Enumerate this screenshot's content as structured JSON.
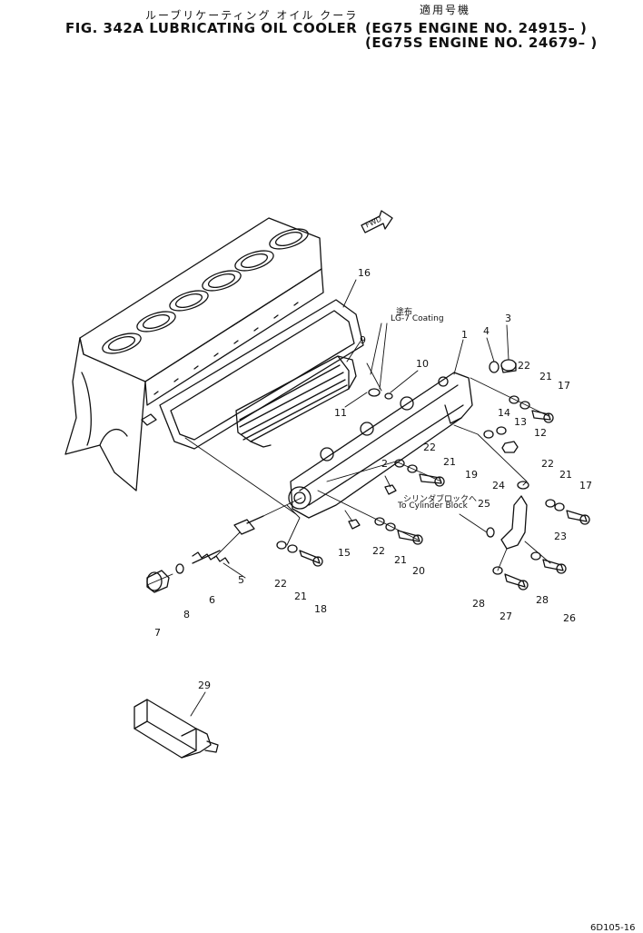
{
  "header": {
    "jp_title": "ルーブリケーティング オイル クーラ",
    "applicable_jp": "適用号機",
    "fig_title": "FIG. 342A LUBRICATING OIL COOLER",
    "line1": "(EG75   ENGINE NO. 24915– )",
    "line2": "(EG75S  ENGINE NO. 24679– )"
  },
  "notes": {
    "coating_jp": "塗布",
    "coating": "LG-7 Coating",
    "to_cyl_jp": "シリンダブロックへ",
    "to_cyl": "To Cylinder Block",
    "fwd": "FWD"
  },
  "footer": {
    "code": "6D105-16"
  },
  "callouts": {
    "c1": "1",
    "c2": "2",
    "c3": "3",
    "c4": "4",
    "c5": "5",
    "c6": "6",
    "c7": "7",
    "c8": "8",
    "c9": "9",
    "c10": "10",
    "c11": "11",
    "c12": "12",
    "c13": "13",
    "c14": "14",
    "c15": "15",
    "c16": "16",
    "c17a": "17",
    "c17b": "17",
    "c18": "18",
    "c19": "19",
    "c20": "20",
    "c21a": "21",
    "c21b": "21",
    "c21c": "21",
    "c21d": "21",
    "c21e": "21",
    "c22a": "22",
    "c22b": "22",
    "c22c": "22",
    "c22d": "22",
    "c22e": "22",
    "c23": "23",
    "c24": "24",
    "c25": "25",
    "c26": "26",
    "c27": "27",
    "c28a": "28",
    "c28b": "28",
    "c29": "29"
  }
}
